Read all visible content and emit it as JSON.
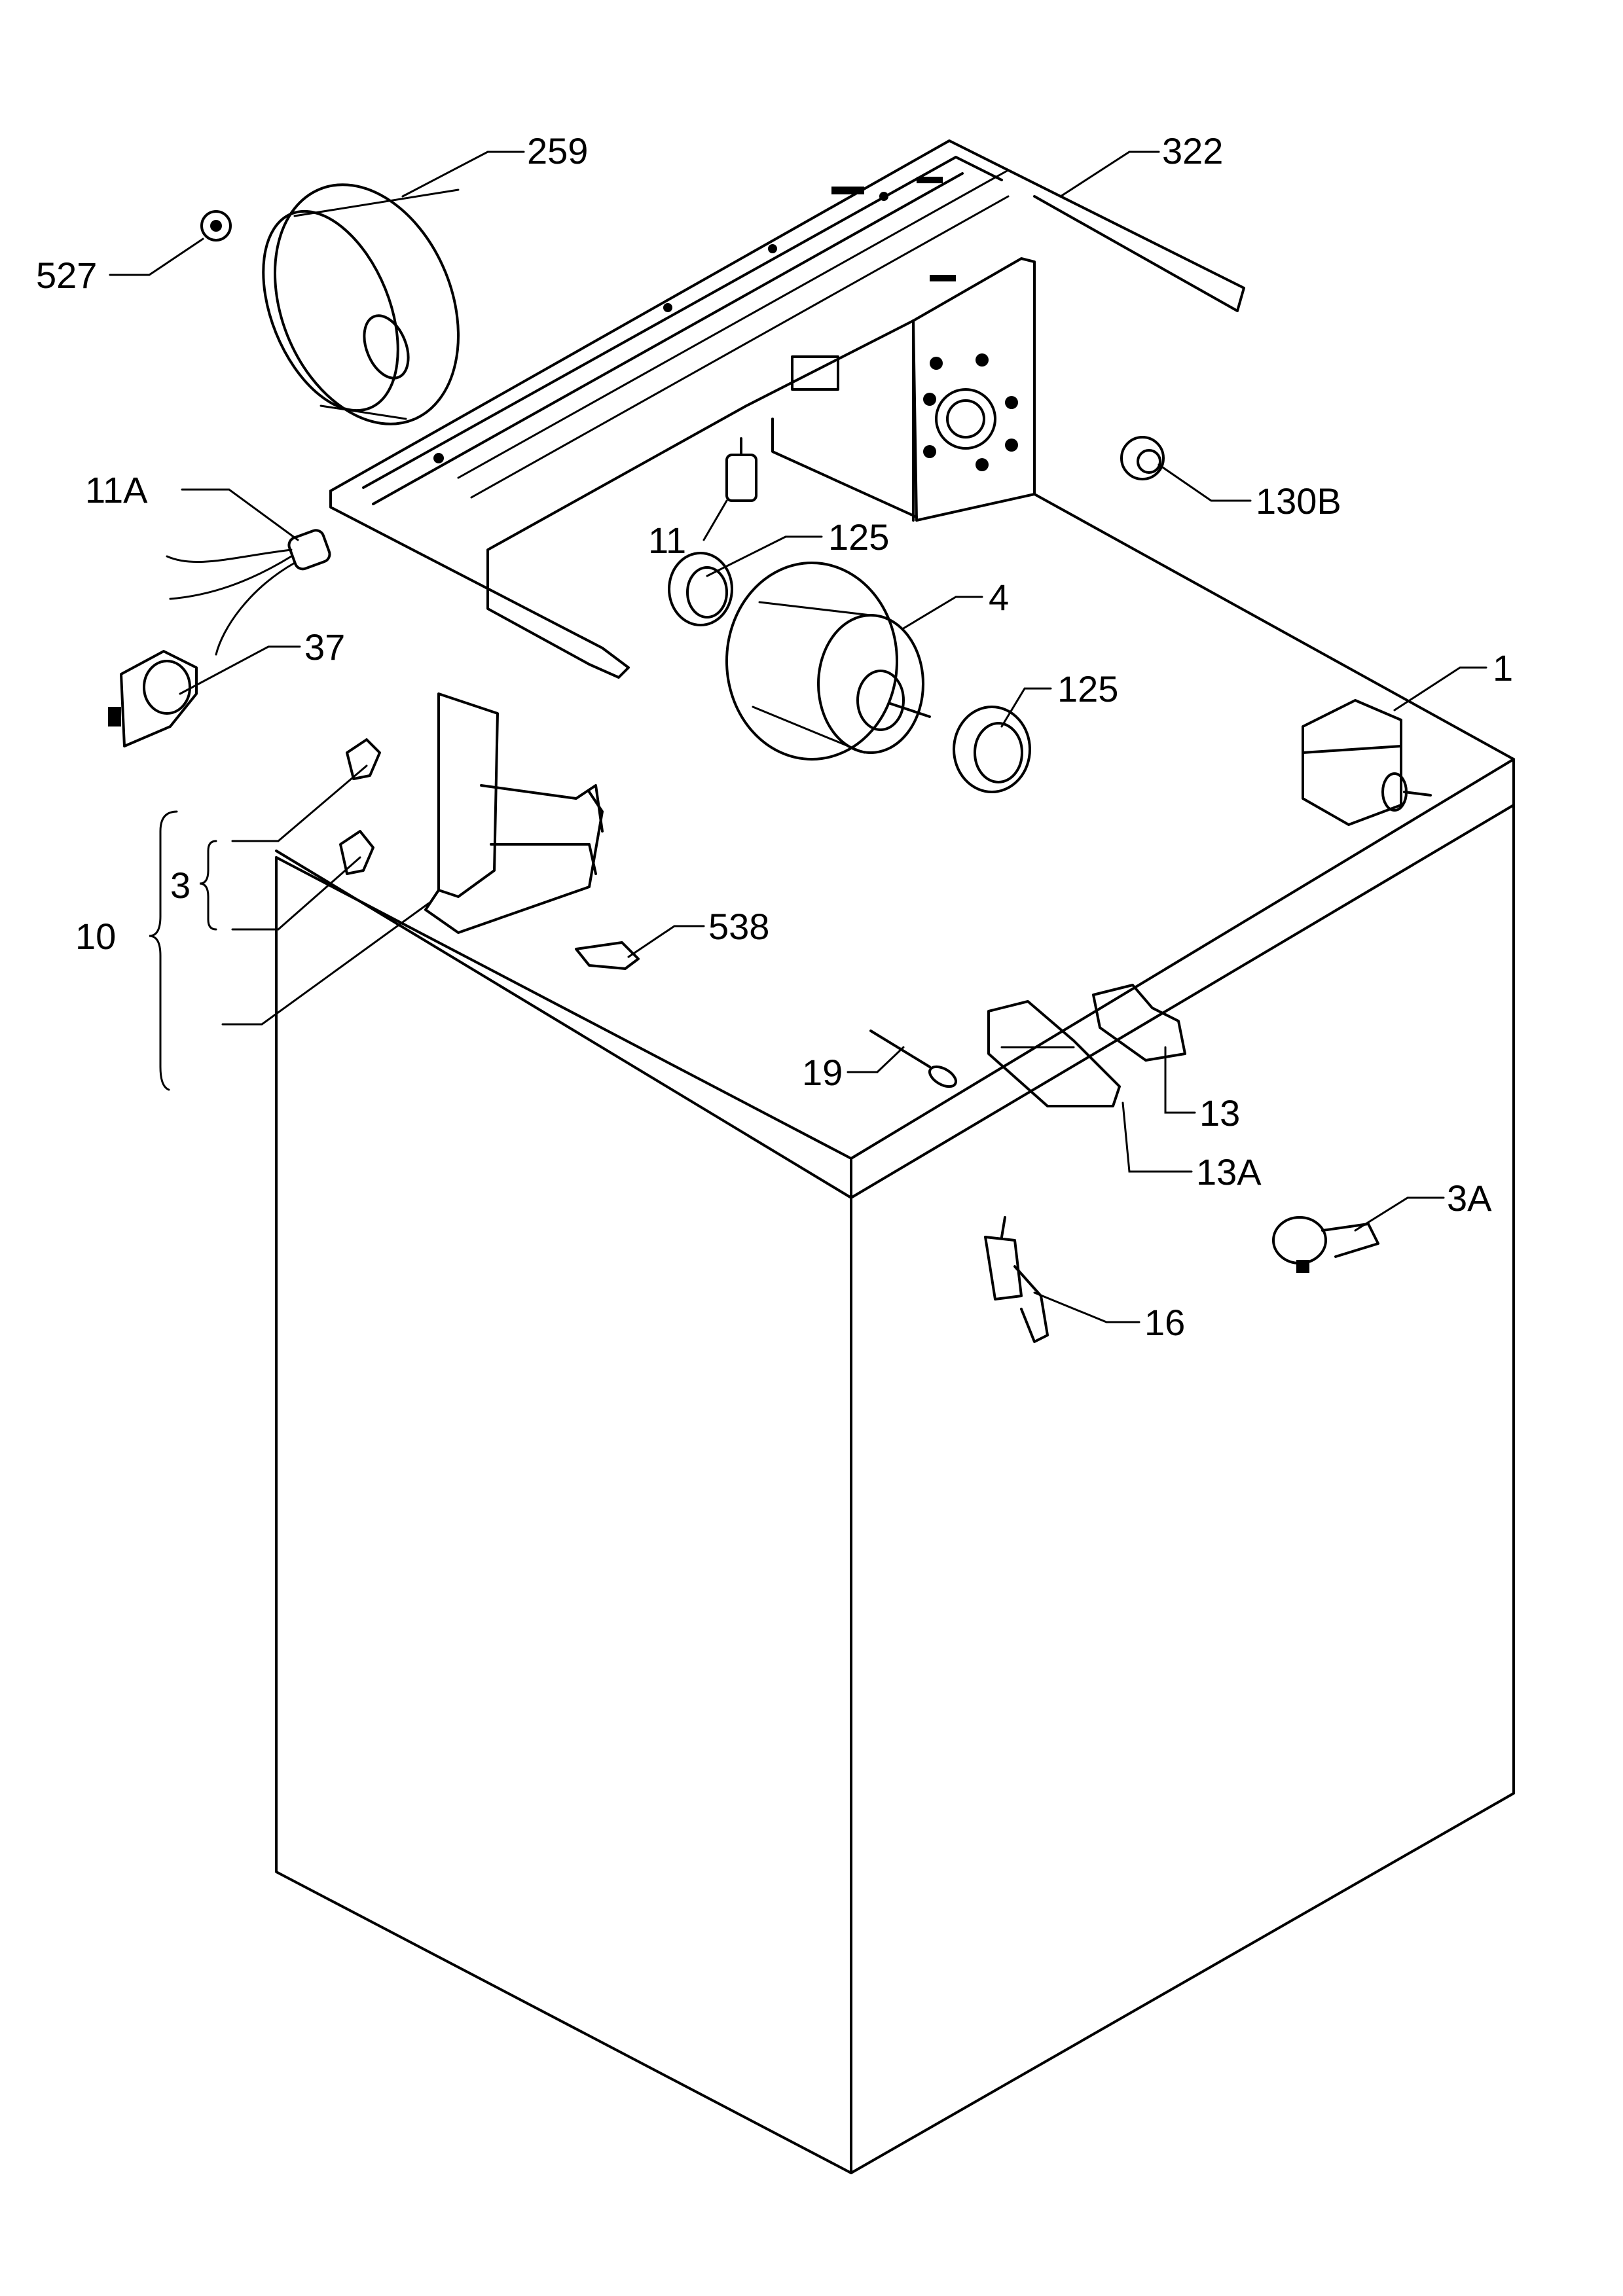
{
  "labels": {
    "p259": "259",
    "p322": "322",
    "p527": "527",
    "p11A": "11A",
    "p11": "11",
    "p125a": "125",
    "p4": "4",
    "p125b": "125",
    "p130B": "130B",
    "p37": "37",
    "p1": "1",
    "p3": "3",
    "p10": "10",
    "p538": "538",
    "p19": "19",
    "p13": "13",
    "p13A": "13A",
    "p3A": "3A",
    "p16": "16"
  }
}
